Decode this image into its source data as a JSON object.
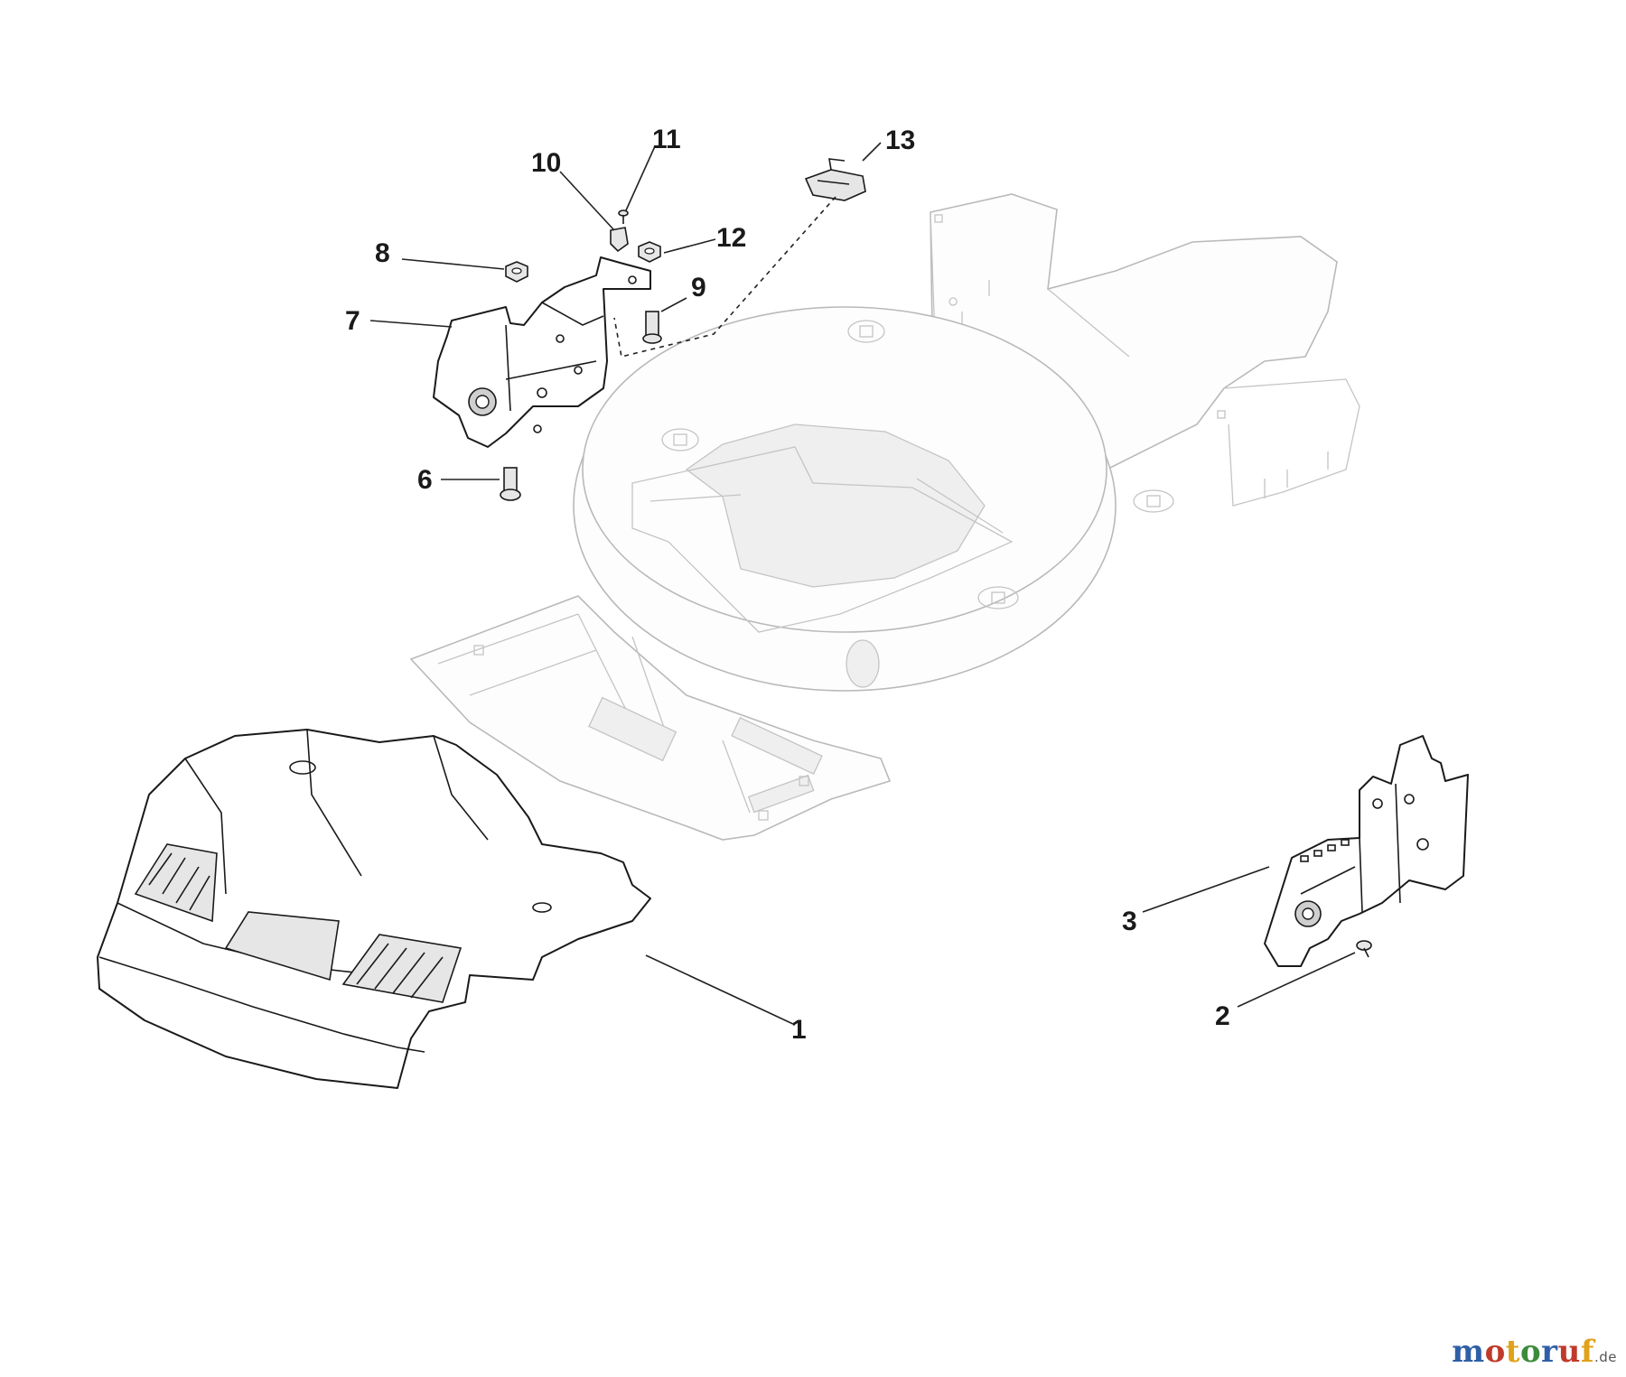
{
  "callouts": [
    {
      "id": "1",
      "part": "front-cover"
    },
    {
      "id": "2",
      "part": "screw-right"
    },
    {
      "id": "3",
      "part": "wheel-bracket-right"
    },
    {
      "id": "6",
      "part": "bolt-lower-left"
    },
    {
      "id": "7",
      "part": "wheel-bracket-left"
    },
    {
      "id": "8",
      "part": "nut-left"
    },
    {
      "id": "9",
      "part": "bolt-left"
    },
    {
      "id": "10",
      "part": "clip"
    },
    {
      "id": "11",
      "part": "screw-small"
    },
    {
      "id": "12",
      "part": "nut-right"
    },
    {
      "id": "13",
      "part": "cable-guide"
    }
  ],
  "watermark": {
    "letters": [
      {
        "ch": "m",
        "color": "#2f5fa6"
      },
      {
        "ch": "o",
        "color": "#c03a2b"
      },
      {
        "ch": "t",
        "color": "#e0a21b"
      },
      {
        "ch": "o",
        "color": "#3b8b3b"
      },
      {
        "ch": "r",
        "color": "#2f5fa6"
      },
      {
        "ch": "u",
        "color": "#c03a2b"
      },
      {
        "ch": "f",
        "color": "#e0a21b"
      }
    ],
    "tld": ".de"
  }
}
